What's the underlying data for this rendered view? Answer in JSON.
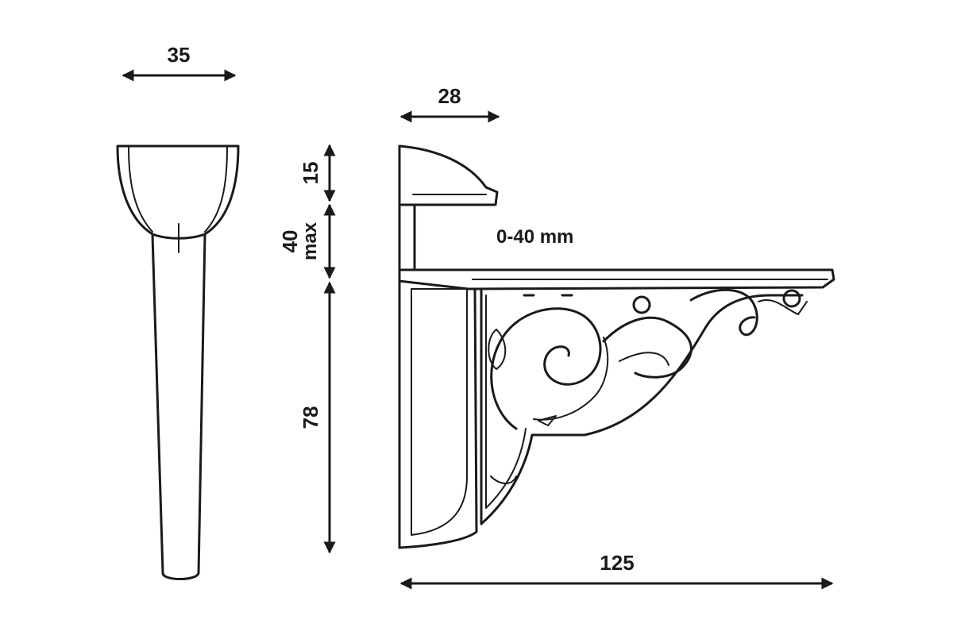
{
  "dimensions": {
    "front_width": "35",
    "bracket_depth": "28",
    "clamp_height": "15",
    "gap_value": "40",
    "gap_unit": "max",
    "body_height": "78",
    "total_length": "125"
  },
  "note": {
    "glass_range": "0-40 mm"
  },
  "colors": {
    "ink": "#1a1a1a",
    "background": "#ffffff"
  }
}
